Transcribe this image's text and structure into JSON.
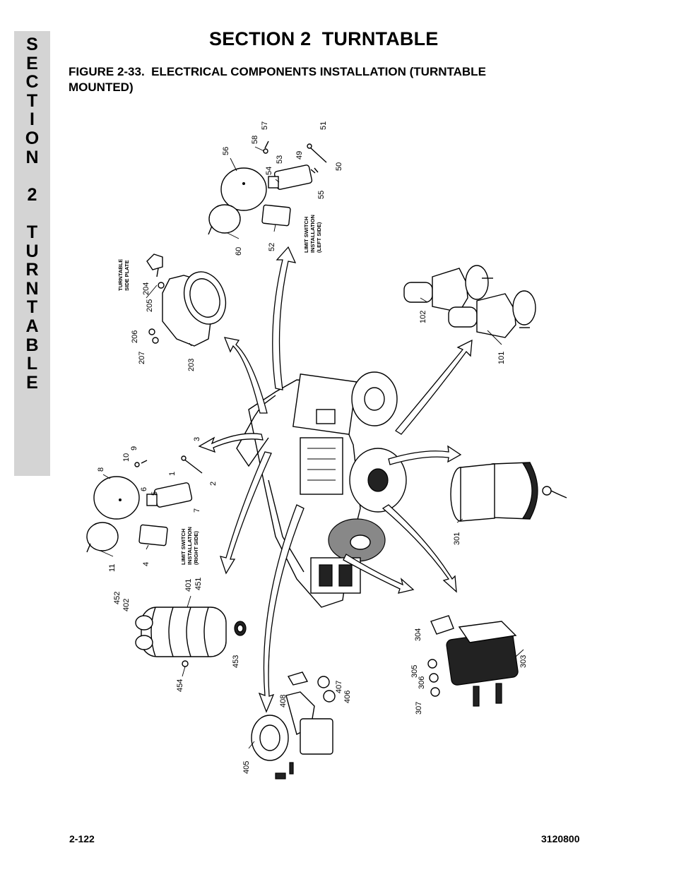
{
  "side_tab": {
    "letters": [
      "S",
      "E",
      "C",
      "T",
      "I",
      "O",
      "N",
      "",
      "2",
      "",
      "T",
      "U",
      "R",
      "N",
      "T",
      "A",
      "B",
      "L",
      "E"
    ]
  },
  "header": {
    "section_title": "SECTION 2  TURNTABLE",
    "figure_caption": "FIGURE 2-33.  ELECTRICAL COMPONENTS INSTALLATION (TURNTABLE MOUNTED)"
  },
  "diagram": {
    "notes": {
      "limit_switch_left": [
        "LIMIT SWITCH",
        "INSTALLATION",
        "(LEFT SIDE)"
      ],
      "limit_switch_right": [
        "LIMIT SWITCH",
        "INSTALLATION",
        "(RIGHT SIDE)"
      ],
      "turntable_side_plate": [
        "TURNTABLE",
        "SIDE PLATE"
      ]
    },
    "callouts": {
      "c56": "56",
      "c58": "58",
      "c57": "57",
      "c53": "53",
      "c49": "49",
      "c51": "51",
      "c54": "54",
      "c50": "50",
      "c55": "55",
      "c52": "52",
      "c60": "60",
      "c204": "204",
      "c205": "205",
      "c206": "206",
      "c207": "207",
      "c203": "203",
      "c102": "102",
      "c101": "101",
      "c8": "8",
      "c10": "10",
      "c9": "9",
      "c6": "6",
      "c5": "5",
      "c1": "1",
      "c3": "3",
      "c2": "2",
      "c7": "7",
      "c11": "11",
      "c4": "4",
      "c301": "301",
      "c452": "452",
      "c402": "402",
      "c401": "401",
      "c451": "451",
      "c453": "453",
      "c454": "454",
      "c408": "408",
      "c407": "407",
      "c406": "406",
      "c405": "405",
      "c304": "304",
      "c305": "305",
      "c306": "306",
      "c307": "307",
      "c303": "303"
    }
  },
  "footer": {
    "page_number": "2-122",
    "doc_number": "3120800"
  }
}
